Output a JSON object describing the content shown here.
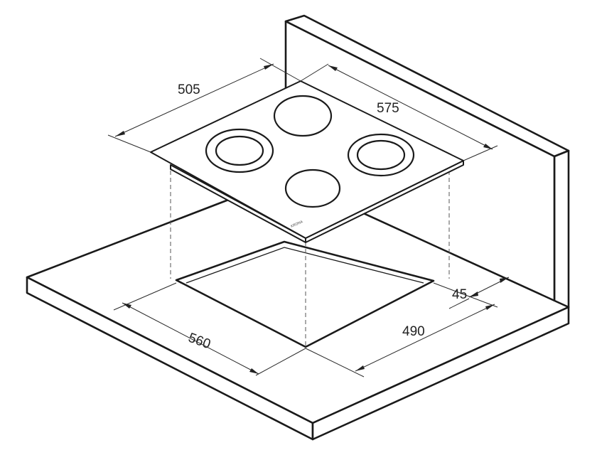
{
  "dimensions": {
    "hob_depth": "505",
    "hob_width": "575",
    "cutout_width": "560",
    "cutout_depth": "490",
    "wall_clearance": "45"
  },
  "brand_marking": "KRONA",
  "colors": {
    "line": "#1a1a1a",
    "background": "#ffffff"
  }
}
